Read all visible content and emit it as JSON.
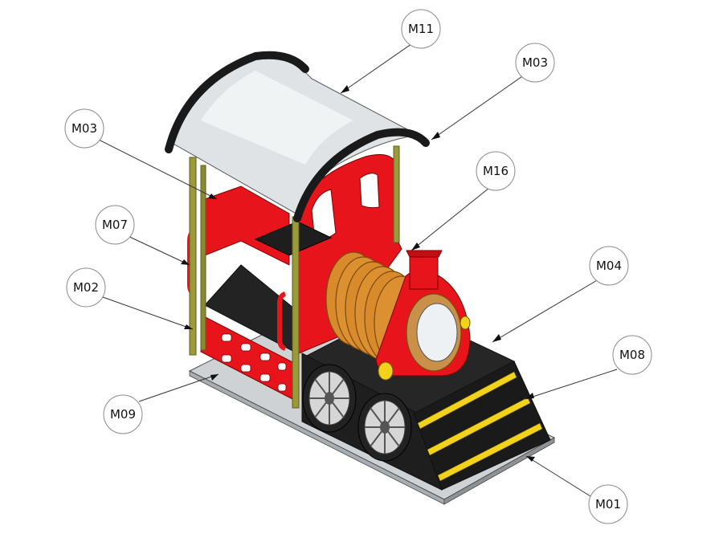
{
  "callouts": [
    {
      "label": "M11"
    },
    {
      "label": "M03"
    },
    {
      "label": "M03"
    },
    {
      "label": "M16"
    },
    {
      "label": "M07"
    },
    {
      "label": "M04"
    },
    {
      "label": "M02"
    },
    {
      "label": "M08"
    },
    {
      "label": "M09"
    },
    {
      "label": "M01"
    }
  ],
  "colors": {
    "red": "#e8141c",
    "dark_red": "#b00e14",
    "black": "#1e1e1e",
    "yellow": "#f2d21a",
    "orange": "#d98a2a",
    "olive": "#9a9a3a",
    "silver": "#c8cdd2",
    "base": "#d9d9d9"
  }
}
